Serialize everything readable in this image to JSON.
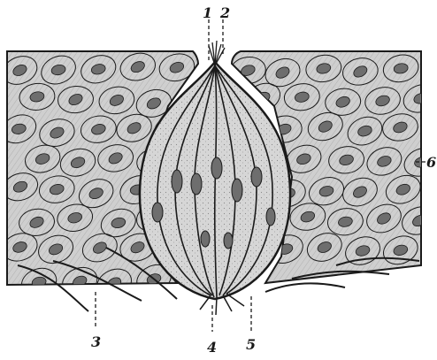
{
  "figure": {
    "labels": [
      {
        "id": "label-1",
        "text": "1"
      },
      {
        "id": "label-2",
        "text": "2"
      },
      {
        "id": "label-3",
        "text": "3"
      },
      {
        "id": "label-4",
        "text": "4"
      },
      {
        "id": "label-5",
        "text": "5"
      },
      {
        "id": "label-6",
        "text": "6"
      }
    ],
    "colors": {
      "ink": "#1a1a1a",
      "tissue": "#c9c9c9",
      "nucleus": "#6e6e6e",
      "bud": "#dcdcdc",
      "paper": "#ffffff"
    }
  }
}
